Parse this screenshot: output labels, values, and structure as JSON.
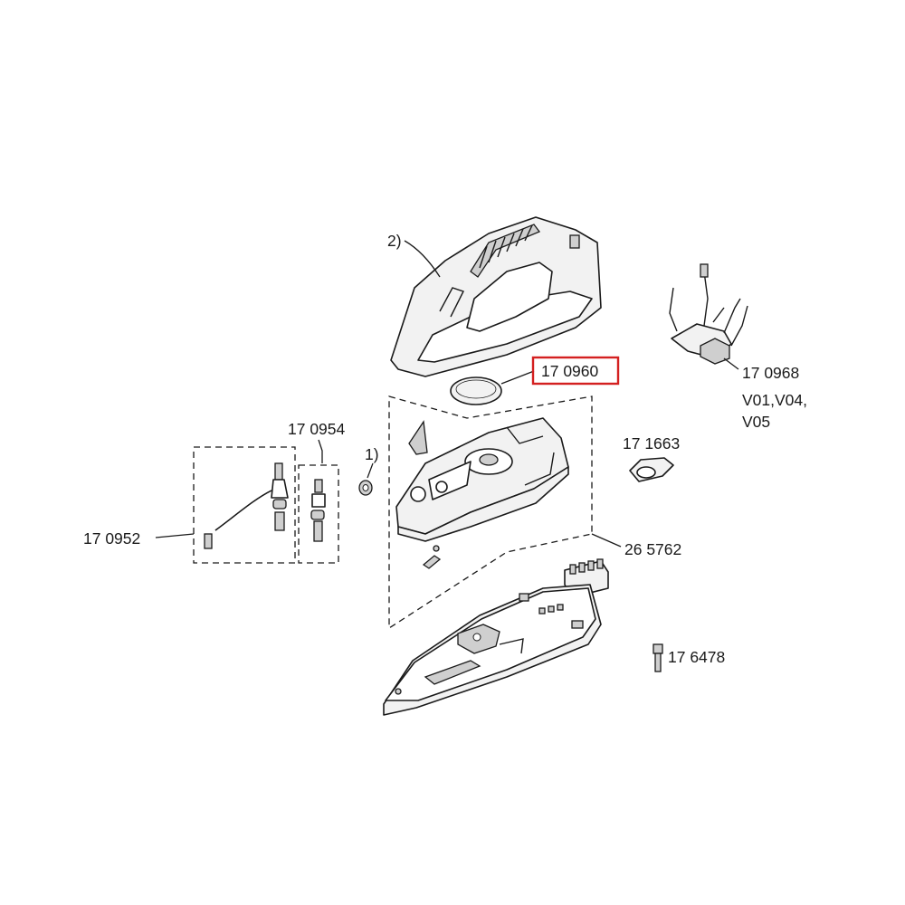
{
  "labels": {
    "footnote_2": "2)",
    "footnote_1": "1)",
    "part_170960": "17 0960",
    "part_170968": "17 0968",
    "variants_line1": "V01,V04,",
    "variants_line2": "V05",
    "part_170954": "17 0954",
    "part_171663": "17 1663",
    "part_170952": "17 0952",
    "part_265762": "26 5762",
    "part_176478": "17 6478"
  },
  "highlight": {
    "part": "17 0960",
    "color": "#d42020"
  },
  "colors": {
    "line": "#1a1a1a",
    "fill": "#f2f2f2",
    "background": "#ffffff"
  }
}
